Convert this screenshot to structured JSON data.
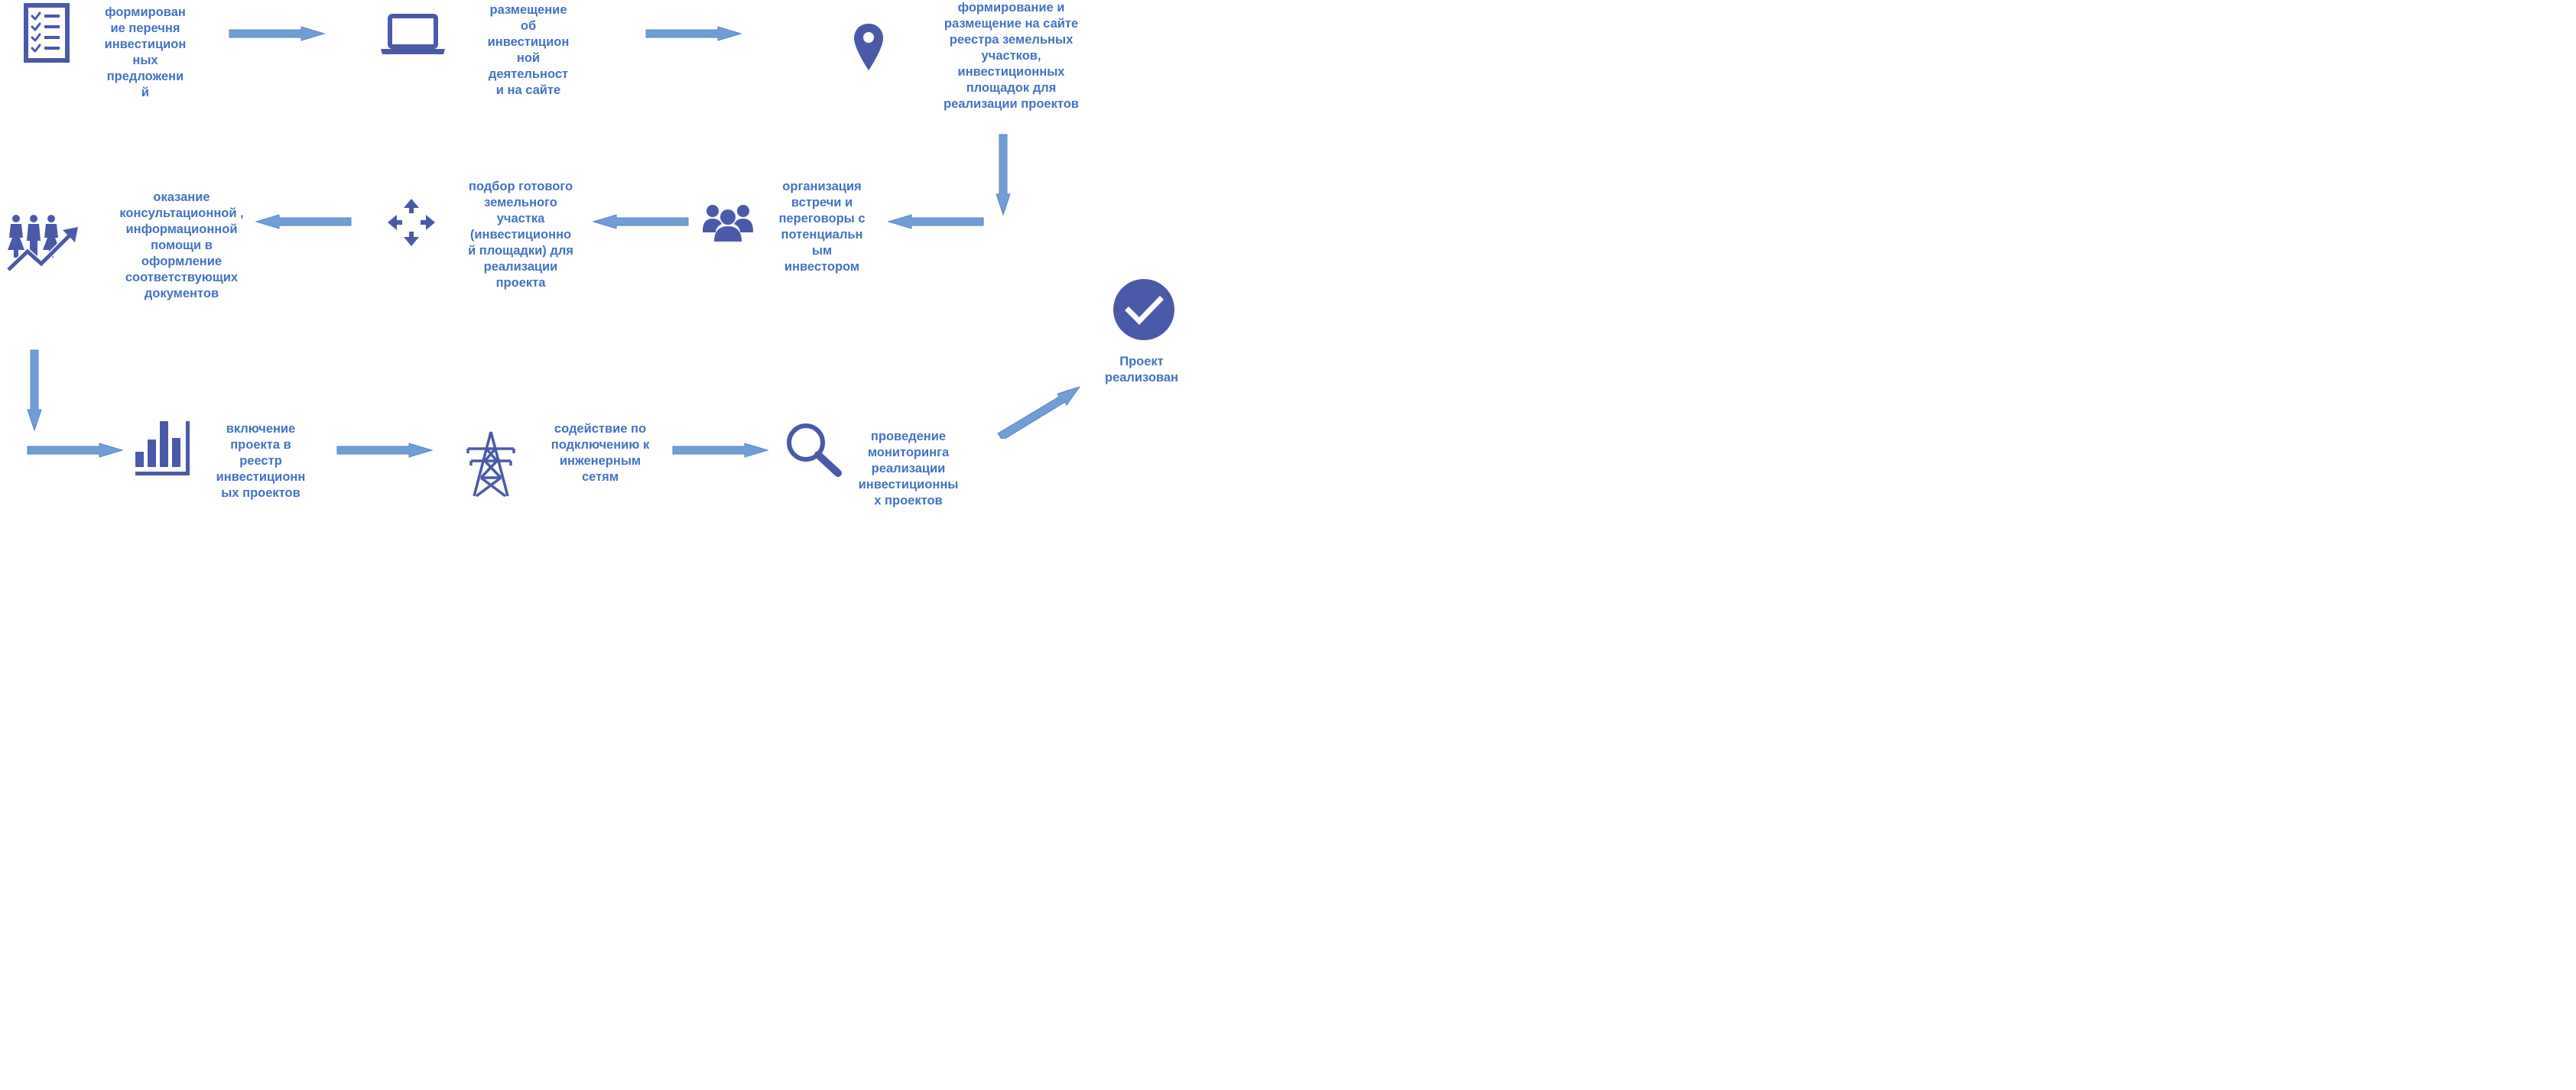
{
  "colors": {
    "text": "#4472c4",
    "icon": "#4a5aa8",
    "arrow_fill": "#6f9ed6",
    "arrow_stroke": "#5b86bf"
  },
  "steps": [
    {
      "icon": "checklist-icon",
      "text": "формирован\nие перечня\nинвестицион\nных\nпредложени\nй"
    },
    {
      "icon": "laptop-icon",
      "text": "размещение\nоб\nинвестицион\nной\nдеятельност\nи на сайте"
    },
    {
      "icon": "map-pin-icon",
      "text": "формирование и\nразмещение на сайте\nреестра земельных\nучастков,\nинвестиционных\nплощадок  для\nреализации проектов"
    },
    {
      "icon": "people-group-icon",
      "text": "организация\nвстречи и\nпереговоры с\nпотенциальн\nым\nинвестором"
    },
    {
      "icon": "move-arrows-icon",
      "text": "подбор готового\nземельного\nучастка\n(инвестиционно\nй площадки) для\nреализации\nпроекта"
    },
    {
      "icon": "growth-people-icon",
      "text": "оказание\nконсультационной ,\nинформационной\nпомощи в\nоформление\nсоответствующих\nдокументов"
    },
    {
      "icon": "bar-chart-icon",
      "text": "включение\nпроекта в\nреестр\nинвестиционн\nых проектов"
    },
    {
      "icon": "power-tower-icon",
      "text": "содействие по\nподключению к\nинженерным\nсетям"
    },
    {
      "icon": "magnifier-icon",
      "text": "проведение\nмониторинга\nреализации\nинвестиционны\nх проектов"
    },
    {
      "icon": "check-circle-icon",
      "text": "Проект\nреализован"
    }
  ]
}
